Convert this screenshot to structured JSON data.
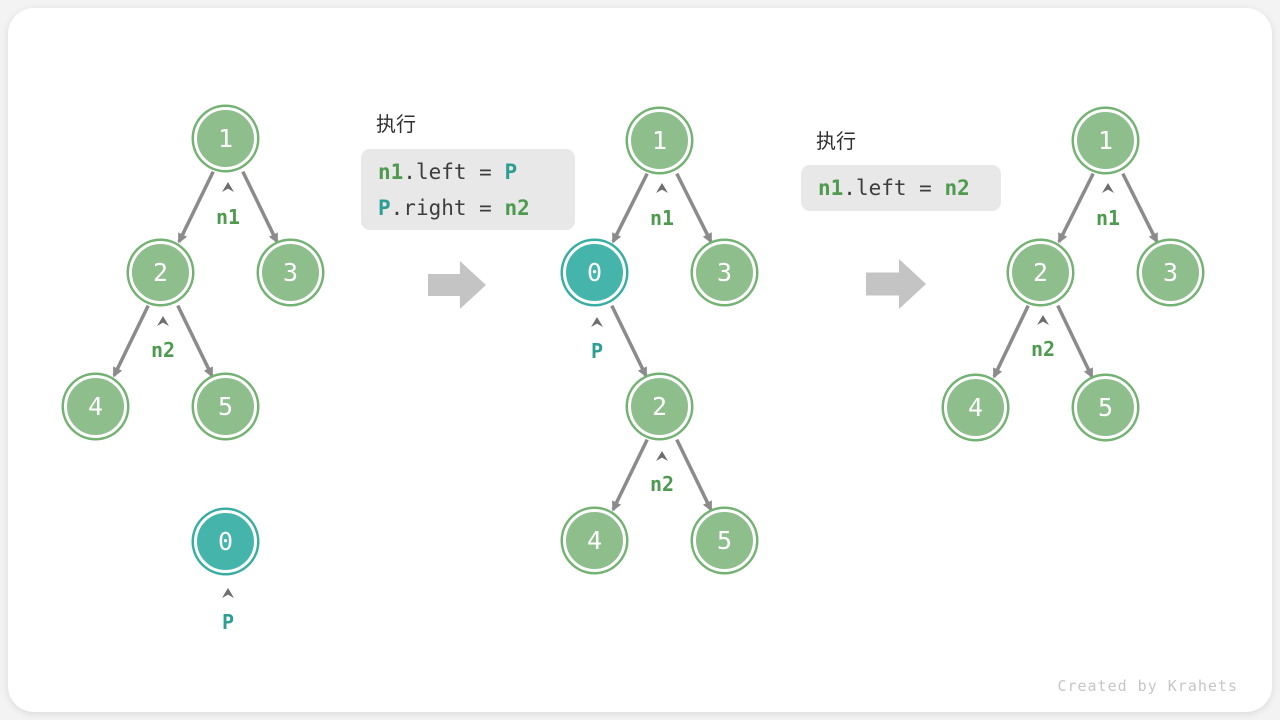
{
  "figure": {
    "description": "Binary tree node insertion steps",
    "watermark": "Created by Krahets"
  },
  "colors": {
    "node_green_fill": "#8fbe8d",
    "node_green_ring": "#74b274",
    "node_teal_fill": "#45b5ab",
    "node_teal_ring": "#3aada2",
    "pointer_green": "#4e9b50",
    "pointer_teal": "#2e9d92",
    "edge_gray": "#8b8b8b",
    "big_arrow_gray": "#c4c4c4",
    "code_background": "#e8e8e8"
  },
  "code_blocks": [
    {
      "title": "执行",
      "lines": [
        {
          "tokens": [
            {
              "text": "n1"
            },
            {
              "text": ".left = "
            },
            {
              "text": "P"
            }
          ]
        },
        {
          "tokens": [
            {
              "text": "P"
            },
            {
              "text": ".right = "
            },
            {
              "text": "n2"
            }
          ]
        }
      ]
    },
    {
      "title": "执行",
      "lines": [
        {
          "tokens": [
            {
              "text": "n1"
            },
            {
              "text": ".left = "
            },
            {
              "text": "n2"
            }
          ]
        }
      ]
    }
  ],
  "trees": {
    "left": {
      "nodes": [
        {
          "label": "1"
        },
        {
          "label": "2"
        },
        {
          "label": "3"
        },
        {
          "label": "4"
        },
        {
          "label": "5"
        },
        {
          "label": "0"
        }
      ],
      "pointers": [
        {
          "label": "n1"
        },
        {
          "label": "n2"
        },
        {
          "label": "P"
        }
      ]
    },
    "middle": {
      "nodes": [
        {
          "label": "1"
        },
        {
          "label": "0"
        },
        {
          "label": "3"
        },
        {
          "label": "2"
        },
        {
          "label": "4"
        },
        {
          "label": "5"
        }
      ],
      "pointers": [
        {
          "label": "n1"
        },
        {
          "label": "P"
        },
        {
          "label": "n2"
        }
      ]
    },
    "right": {
      "nodes": [
        {
          "label": "1"
        },
        {
          "label": "2"
        },
        {
          "label": "3"
        },
        {
          "label": "4"
        },
        {
          "label": "5"
        }
      ],
      "pointers": [
        {
          "label": "n1"
        },
        {
          "label": "n2"
        }
      ]
    }
  }
}
